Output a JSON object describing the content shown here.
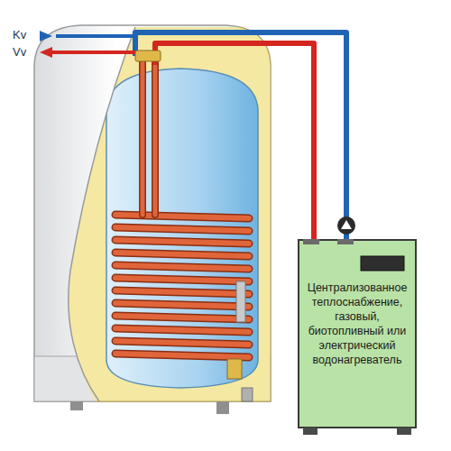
{
  "diagram": {
    "nodes": [
      {
        "text": [
          "Централизованное теплоснабжение, газовый, биотопливный или электрический водонагреватель"
        ]
      }
    ],
    "labels": [
      "Kv",
      "Vv"
    ]
  }
}
